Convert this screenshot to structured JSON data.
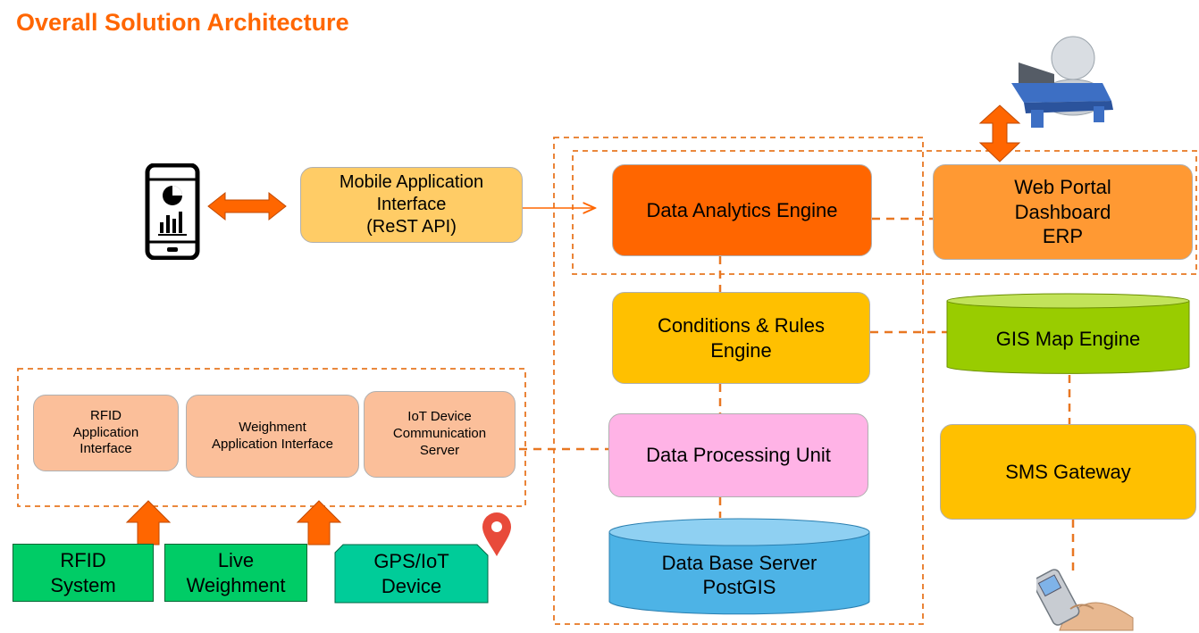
{
  "title": "Overall Solution Architecture",
  "colors": {
    "accent_orange": "#ff6600",
    "dashed_orange": "#e87722",
    "mobile_api": "#ffcc66",
    "data_analytics": "#ff6600",
    "web_portal": "#ff9933",
    "conditions": "#ffc000",
    "gis": "#99cc00",
    "data_processing": "#ffb3e6",
    "database": "#4db3e6",
    "sms": "#ffc000",
    "interface_box": "#fbbf9a",
    "source_green": "#00cc66",
    "gps_teal": "#00cc99",
    "location_pin": "#e84a3a"
  },
  "nodes": {
    "mobile_api": "Mobile Application\nInterface\n(ReST API)",
    "data_analytics": "Data Analytics Engine",
    "web_portal": "Web Portal\nDashboard\nERP",
    "conditions_rules": "Conditions & Rules\nEngine",
    "gis_map": "GIS Map Engine",
    "data_processing": "Data Processing Unit",
    "database": "Data Base Server\nPostGIS",
    "sms_gateway": "SMS Gateway",
    "rfid_interface": "RFID\nApplication\nInterface",
    "weighment_interface": "Weighment\nApplication Interface",
    "iot_server": "IoT Device\nCommunication\nServer",
    "rfid_system": "RFID\nSystem",
    "live_weighment": "Live\nWeighment",
    "gps_iot": "GPS/IoT\nDevice"
  },
  "icons": [
    "smartphone-icon",
    "computer-user-icon",
    "hand-phone-icon",
    "location-pin-icon"
  ]
}
